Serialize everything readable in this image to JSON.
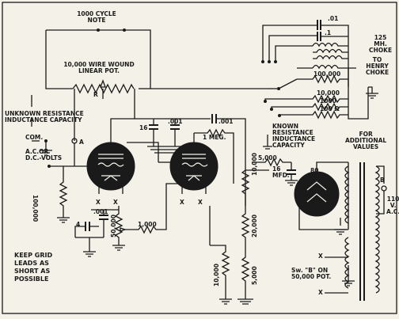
{
  "labels": {
    "cycle_note": [
      "1000 CYCLE",
      "NOTE"
    ],
    "pot": [
      "10,000 WIRE WOUND",
      "LINEAR POT."
    ],
    "r": "R",
    "unknown": [
      "UNKNOWN RESISTANCE",
      "INDUCTANCE CAPACITY"
    ],
    "com": "COM.",
    "ac_dc": [
      "A.C.OR",
      "D.C.-VOLTS"
    ],
    "a": "A",
    "grid_r1": "100,000",
    "cap_16": "16",
    "cap_001a": ".001",
    "cap_001b": ".001",
    "meg": "1 MEG.",
    "cap_01a": ".01",
    "cap_01b": ".1",
    "choke": [
      "125",
      "MH.",
      "CHOKE"
    ],
    "to_henry": [
      "TO",
      "HENRY",
      "CHOKE"
    ],
    "r_100k": "100,000",
    "r_10k": "10,000",
    "r_1000a": "1000",
    "r_100": "100 Ω",
    "known": [
      "KNOWN",
      "RESISTANCE",
      "INDUCTANCE",
      "CAPACITY"
    ],
    "for_add": [
      "FOR",
      "ADDITIONAL",
      "VALUES"
    ],
    "r_5000": "5,000",
    "cap_16mfd": [
      "16",
      "MFD."
    ],
    "tube80": "80",
    "plate_10k": "10,000",
    "b": "B",
    "line": [
      "110",
      "V.",
      "A.C."
    ],
    "cap_4": "4",
    "cap_001c": ".001",
    "r_1000b": "1,000",
    "r_50000": "50,000",
    "r_20000": "20,000",
    "r_10000b": "10,000",
    "r_5000b": "5,000",
    "keep": [
      "KEEP GRID",
      "LEADS AS",
      "SHORT AS",
      "POSSIBLE"
    ],
    "sw": [
      "Sw. \"B\" ON",
      "50,000 POT."
    ],
    "x": "X"
  }
}
